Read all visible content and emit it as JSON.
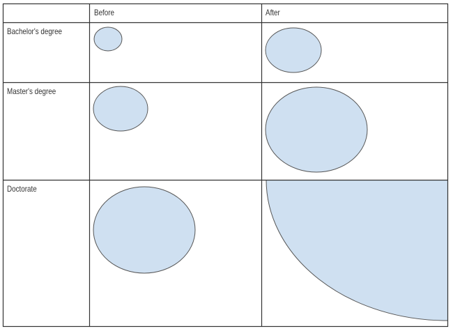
{
  "table": {
    "columns": [
      "",
      "Before",
      "After"
    ],
    "rows": [
      {
        "label": "Bachelor's degree"
      },
      {
        "label": "Master's degree"
      },
      {
        "label": "Doctorate"
      }
    ]
  },
  "colors": {
    "fill": "#cfe0f1",
    "stroke": "#555555",
    "grid": "#333333"
  }
}
